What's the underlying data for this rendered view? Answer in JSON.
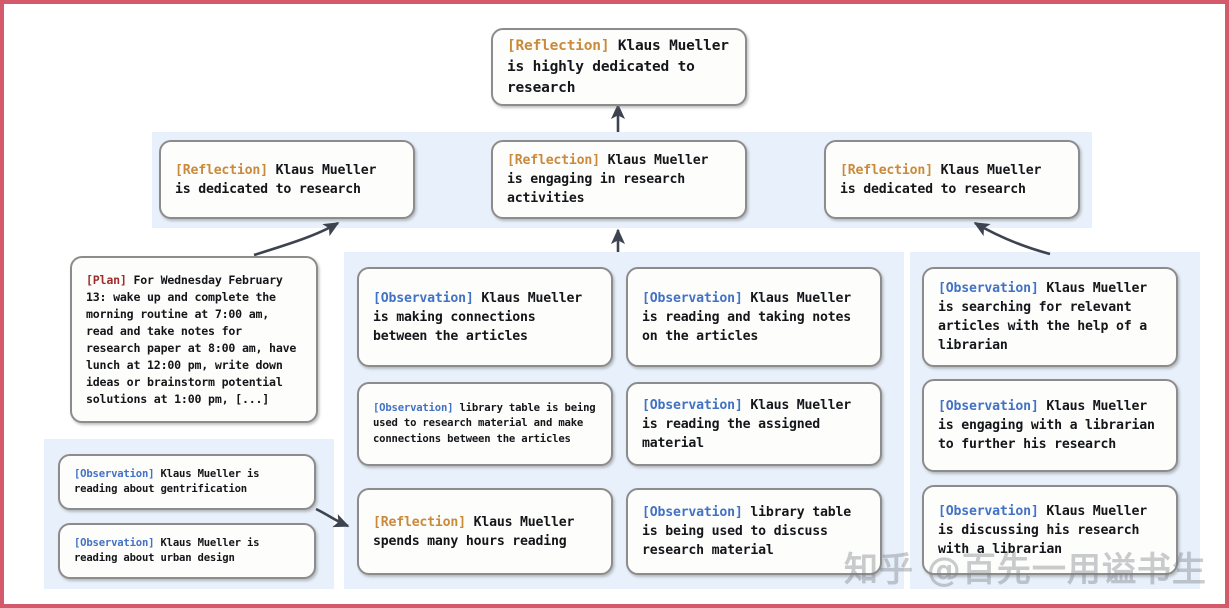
{
  "diagram": {
    "title": "Generative agent memory reflection tree",
    "frame_color": "#d4596a",
    "band_color": "#e8f0fb",
    "node_border_color": "#8c8c8c",
    "tag_colors": {
      "reflection": "#c98a3c",
      "observation": "#4272c4",
      "plan": "#9e2c2c"
    }
  },
  "nodes": {
    "root": {
      "tag": "[Reflection]",
      "tag_type": "reflection",
      "text": " Klaus Mueller is highly dedicated to research"
    },
    "mid_left": {
      "tag": "[Reflection]",
      "tag_type": "reflection",
      "text": " Klaus Mueller is dedicated to research"
    },
    "mid_center": {
      "tag": "[Reflection]",
      "tag_type": "reflection",
      "text": " Klaus Mueller is engaging in research activities"
    },
    "mid_right": {
      "tag": "[Reflection]",
      "tag_type": "reflection",
      "text": " Klaus Mueller is dedicated to research"
    },
    "plan": {
      "tag": "[Plan]",
      "tag_type": "plan",
      "text": " For Wednesday February 13: wake up and complete the morning routine at 7:00 am, read and take notes for research paper at 8:00 am, have lunch at 12:00 pm, write down ideas or brainstorm potential solutions at 1:00 pm, [...]"
    },
    "obs_gentrification": {
      "tag": "[Observation]",
      "tag_type": "observation",
      "text": " Klaus Mueller is reading about gentrification"
    },
    "obs_urban_design": {
      "tag": "[Observation]",
      "tag_type": "observation",
      "text": " Klaus Mueller is reading about urban design"
    },
    "col1_a": {
      "tag": "[Observation]",
      "tag_type": "observation",
      "text": " Klaus Mueller is making connections between the articles"
    },
    "col1_b": {
      "tag": "[Observation]",
      "tag_type": "observation",
      "text": " library table is being used to research material and make connections between the articles"
    },
    "col1_c": {
      "tag": "[Reflection]",
      "tag_type": "reflection",
      "text": " Klaus Mueller spends many hours reading"
    },
    "col2_a": {
      "tag": "[Observation]",
      "tag_type": "observation",
      "text": " Klaus Mueller is reading and taking notes on the articles"
    },
    "col2_b": {
      "tag": "[Observation]",
      "tag_type": "observation",
      "text": " Klaus Mueller is reading the assigned material"
    },
    "col2_c": {
      "tag": "[Observation]",
      "tag_type": "observation",
      "text": " library table is being used to discuss research material"
    },
    "col3_a": {
      "tag": "[Observation]",
      "tag_type": "observation",
      "text": " Klaus Mueller is searching for relevant articles with the help of a librarian"
    },
    "col3_b": {
      "tag": "[Observation]",
      "tag_type": "observation",
      "text": " Klaus Mueller is engaging with a librarian to further his research"
    },
    "col3_c": {
      "tag": "[Observation]",
      "tag_type": "observation",
      "text": " Klaus Mueller is discussing his research with a librarian"
    }
  },
  "watermark": {
    "text": "知乎 @百先一用谥书生"
  }
}
